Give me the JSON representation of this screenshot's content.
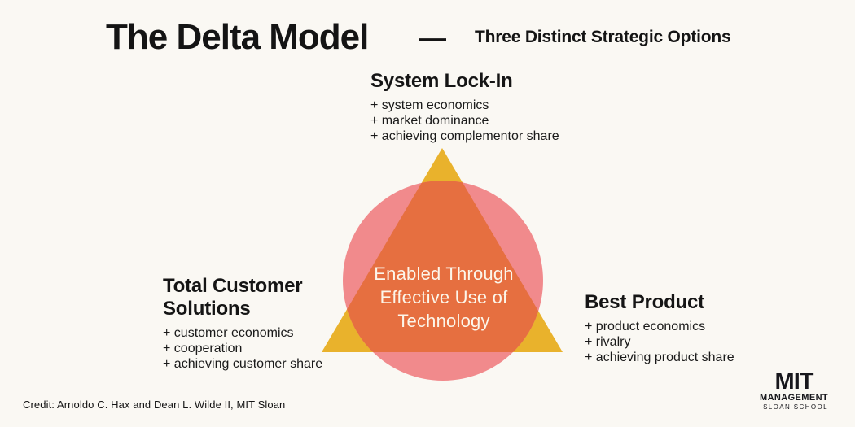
{
  "header": {
    "title": "The Delta Model",
    "separator": "—",
    "subtitle": "Three Distinct Strategic Options"
  },
  "diagram": {
    "center_text": [
      "Enabled Through",
      "Effective Use of",
      "Technology"
    ],
    "colors": {
      "background": "#faf8f3",
      "triangle": "#e9b22c",
      "circle": "#f18a8c",
      "overlap": "#e66f40",
      "center_text": "#fcf6ea"
    },
    "options": [
      {
        "id": "system-lock-in",
        "title": "System Lock-In",
        "bullets": [
          "+ system economics",
          "+ market dominance",
          "+ achieving complementor share"
        ]
      },
      {
        "id": "total-customer-solutions",
        "title": "Total Customer Solutions",
        "bullets": [
          "+ customer economics",
          "+ cooperation",
          "+ achieving customer share"
        ]
      },
      {
        "id": "best-product",
        "title": "Best Product",
        "bullets": [
          "+ product economics",
          "+ rivalry",
          "+ achieving product share"
        ]
      }
    ]
  },
  "footer": {
    "credit": "Credit: Arnoldo C. Hax and Dean L. Wilde II, MIT Sloan",
    "logo": {
      "line1": "MIT",
      "line2": "MANAGEMENT",
      "line3": "SLOAN SCHOOL"
    }
  }
}
